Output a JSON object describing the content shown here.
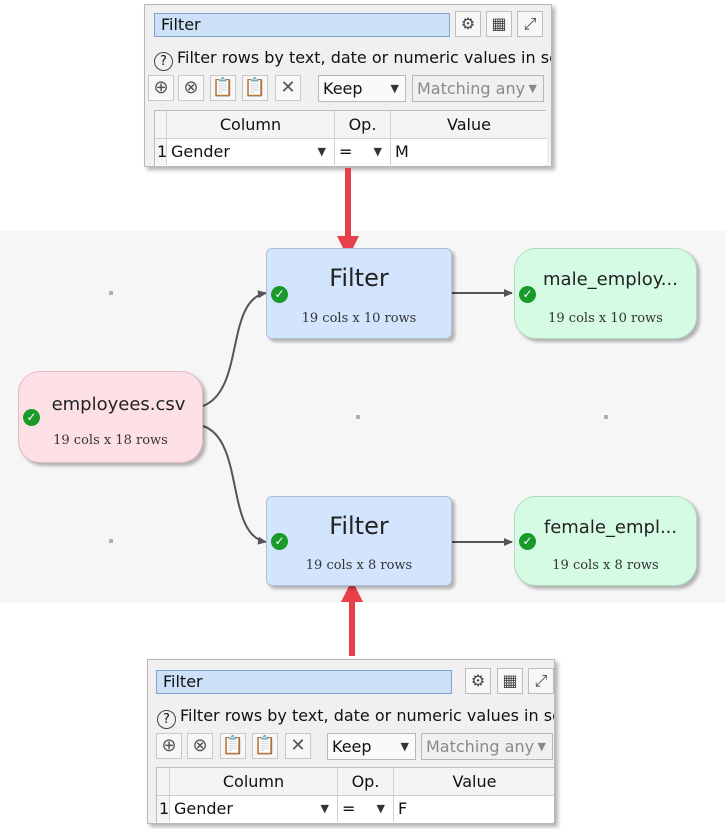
{
  "top_panel": {
    "title": "Filter",
    "description": "Filter rows by text, date or numeric values in sel...",
    "mode": "Keep",
    "matching": "Matching any",
    "columns": [
      "Column",
      "Op.",
      "Value"
    ],
    "row": {
      "index": "1",
      "column": "Gender",
      "op": "=",
      "value": "M"
    }
  },
  "bottom_panel": {
    "title": "Filter",
    "description": "Filter rows by text, date or numeric values in sel...",
    "mode": "Keep",
    "matching": "Matching any",
    "columns": [
      "Column",
      "Op.",
      "Value"
    ],
    "row": {
      "index": "1",
      "column": "Gender",
      "op": "=",
      "value": "F"
    }
  },
  "nodes": {
    "input": {
      "title": "employees.csv",
      "sub": "19 cols x 18 rows"
    },
    "filter1": {
      "title": "Filter",
      "sub": "19 cols x 10 rows"
    },
    "filter2": {
      "title": "Filter",
      "sub": "19 cols x 8 rows"
    },
    "out1": {
      "title": "male_employ...",
      "sub": "19 cols x 10 rows"
    },
    "out2": {
      "title": "female_empl...",
      "sub": "19 cols x 8 rows"
    }
  },
  "icons": {
    "check": "checkmark-icon",
    "gear": "gear-icon",
    "table": "table-icon",
    "expand": "expand-icon",
    "help": "help-icon",
    "add": "add-icon",
    "remove": "remove-icon",
    "paste": "paste-icon",
    "paste_add": "paste-add-icon",
    "clear": "clear-icon",
    "dropdown": "chevron-down-icon"
  },
  "colors": {
    "filter_node": "#d3e5fc",
    "input_node": "#fde0e6",
    "output_node": "#d5fbe4",
    "callout_arrow": "#e8404a",
    "status_ok": "#1a9a2a"
  }
}
